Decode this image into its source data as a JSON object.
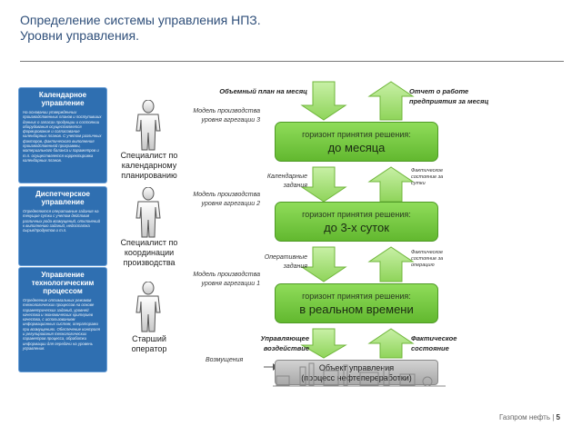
{
  "title": {
    "line1": "Определение системы управления НПЗ.",
    "line2": "Уровни управления."
  },
  "panels": [
    {
      "heading": "Календарное управление",
      "body": "На основании утвержденных производственных планов и поступивших данных о запасах продукции и состоянии оборудования осуществляется формирование и согласование календарных планов. С учетом различных факторов, фактического выполнения производственной программы, материального баланса и параметров и т.п. осуществляется корректировка календарных планов."
    },
    {
      "heading": "Диспетчерское управление",
      "body": "Определяются оперативные задания на текущие сутки с учетом действия различных рода возмущений, отклонений к выполнению заданий, недостатка сырья/продуктов и т.п."
    },
    {
      "heading": "Управление технологическим процессом",
      "body": "Определение оптимальных режимов технологических процессов на основе параметрических заданий, уровней качества и экономических критериев качества, с использованием информационных систем, операторами при возмущениях. Обеспечение контроля и регулирования технологических параметров процесса, обработки информации для передачи на уровень управления."
    }
  ],
  "roles": [
    "Специалист по календарному планированию",
    "Специалист по координации производства",
    "Старший оператор"
  ],
  "models": [
    "Модель производства уровня агрегации 3",
    "Модель производства уровня агрегации 2",
    "Модель производства уровня агрегации 1"
  ],
  "horizons": [
    {
      "caption": "горизонт принятия решения:",
      "value": "до месяца"
    },
    {
      "caption": "горизонт принятия решения:",
      "value": "до 3-х суток"
    },
    {
      "caption": "горизонт принятия решения:",
      "value": "в реальном времени"
    }
  ],
  "labels": {
    "volume_plan": "Объемный план на месяц",
    "report": "Отчет о работе предприятия за месяц",
    "calendar_tasks": "Календарные задания",
    "operative_tasks": "Оперативные задания",
    "control_action": "Управляющее воздействие",
    "actual_state": "Фактическое состояние",
    "disturbances": "Возмущения",
    "actual_state_day": "Фактическое состояние за сутки",
    "actual_state_op": "Фактическое состояние за операцию"
  },
  "object": {
    "line1": "Объект управления",
    "line2": "(процесс нефтепереработки)"
  },
  "footer": {
    "brand": "Газпром нефть |",
    "page": "5"
  },
  "colors": {
    "panel_blue": "#2f6fb1",
    "horizon_green": "#6cc23a",
    "arrow_green": "#a6e07a",
    "title_blue": "#2f4f7a"
  }
}
